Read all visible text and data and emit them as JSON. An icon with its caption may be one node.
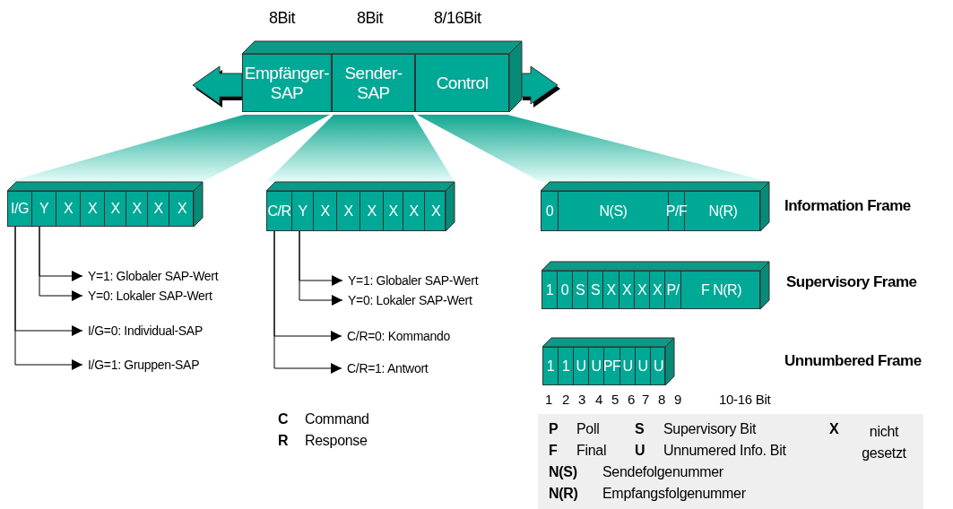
{
  "diagram": {
    "nodes": [
      {
        "text": [
          "Empfänger- SAP"
        ],
        "beside": [
          "8Bit"
        ]
      },
      {
        "text": [
          "Sender- SAP"
        ],
        "beside": [
          "8Bit"
        ]
      },
      {
        "text": [
          "Control"
        ],
        "beside": [
          "8/16Bit"
        ]
      },
      {
        "text": [],
        "shape": "bar"
      },
      {
        "text": [
          "I/G"
        ],
        "in": 3
      },
      {
        "text": [
          "Y"
        ],
        "in": 3
      },
      {
        "text": [
          "X"
        ],
        "in": 3
      },
      {
        "text": [
          "X"
        ],
        "in": 3
      },
      {
        "text": [
          "X"
        ],
        "in": 3
      },
      {
        "text": [
          "X"
        ],
        "in": 3
      },
      {
        "text": [
          "X"
        ],
        "in": 3
      },
      {
        "text": [
          "X"
        ],
        "in": 3
      },
      {
        "text": [],
        "shape": "bar"
      },
      {
        "text": [
          "C/R"
        ],
        "in": 12
      },
      {
        "text": [
          "Y"
        ],
        "in": 12
      },
      {
        "text": [
          "X"
        ],
        "in": 12
      },
      {
        "text": [
          "X"
        ],
        "in": 12
      },
      {
        "text": [
          "X"
        ],
        "in": 12
      },
      {
        "text": [
          "X"
        ],
        "in": 12
      },
      {
        "text": [
          "X"
        ],
        "in": 12
      },
      {
        "text": [
          "X"
        ],
        "in": 12
      },
      {
        "text": [],
        "shape": "bar",
        "beside": [
          "Information Frame"
        ]
      },
      {
        "text": [
          "0"
        ],
        "in": 21
      },
      {
        "text": [
          "N(S)"
        ],
        "in": 21
      },
      {
        "text": [
          "P/F"
        ],
        "in": 21
      },
      {
        "text": [
          "N(R)"
        ],
        "in": 21
      },
      {
        "text": [],
        "shape": "bar",
        "beside": [
          "Supervisory Frame"
        ]
      },
      {
        "text": [
          "1"
        ],
        "in": 26
      },
      {
        "text": [
          "0"
        ],
        "in": 26
      },
      {
        "text": [
          "S"
        ],
        "in": 26
      },
      {
        "text": [
          "S"
        ],
        "in": 26
      },
      {
        "text": [
          "X"
        ],
        "in": 26
      },
      {
        "text": [
          "X"
        ],
        "in": 26
      },
      {
        "text": [
          "X"
        ],
        "in": 26
      },
      {
        "text": [
          "X"
        ],
        "in": 26
      },
      {
        "text": [
          "P/"
        ],
        "in": 26
      },
      {
        "text": [
          "F N(R)"
        ],
        "in": 26
      },
      {
        "text": [],
        "shape": "bar"
      },
      {
        "text": [
          "1"
        ],
        "in": 37
      },
      {
        "text": [
          "1"
        ],
        "in": 37
      },
      {
        "text": [
          "U"
        ],
        "in": 37
      },
      {
        "text": [
          "U"
        ],
        "in": 37
      },
      {
        "text": [
          "PF"
        ],
        "in": 37
      },
      {
        "text": [
          "U"
        ],
        "in": 37
      },
      {
        "text": [
          "U"
        ],
        "in": 37
      },
      {
        "text": [
          "U"
        ],
        "in": 37
      },
      {
        "text": [
          "Y=1: Globaler SAP-Wert"
        ]
      },
      {
        "text": [
          "Y=0: Lokaler SAP-Wert"
        ]
      },
      {
        "text": [
          "I/G=0: Individual-SAP"
        ]
      },
      {
        "text": [
          "I/G=1: Gruppen-SAP"
        ]
      },
      {
        "text": [
          "Y=1: Globaler SAP-Wert"
        ]
      },
      {
        "text": [
          "Y=0: Lokaler SAP-Wert"
        ]
      },
      {
        "text": [
          "C/R=0: Kommando"
        ]
      },
      {
        "text": [
          "C/R=1: Antwort"
        ]
      }
    ],
    "edges": [
      {
        "from": 5,
        "to": 46,
        "arrow": "to"
      },
      {
        "from": 5,
        "to": 47,
        "arrow": "to"
      },
      {
        "from": 4,
        "to": 48,
        "arrow": "to"
      },
      {
        "from": 4,
        "to": 49,
        "arrow": "to"
      },
      {
        "from": 14,
        "to": 50,
        "arrow": "to"
      },
      {
        "from": 14,
        "to": 51,
        "arrow": "to"
      },
      {
        "from": 13,
        "to": 52,
        "arrow": "to"
      },
      {
        "from": 13,
        "to": 53,
        "arrow": "to"
      }
    ],
    "labels": [
      "1",
      "2",
      "3",
      "4",
      "5",
      "6",
      "7",
      "8",
      "9",
      "10-16 Bit",
      "C",
      "Command",
      "R",
      "Response",
      "P",
      "Poll",
      "S",
      "Supervisory Bit",
      "X",
      "nicht gesetzt",
      "F",
      "Final",
      "U",
      "Unnumered Info. Bit",
      "N(S)",
      "Sendefolgenummer",
      "N(R)",
      "Empfangsfolgenummer",
      "Unnumbered Frame"
    ]
  }
}
